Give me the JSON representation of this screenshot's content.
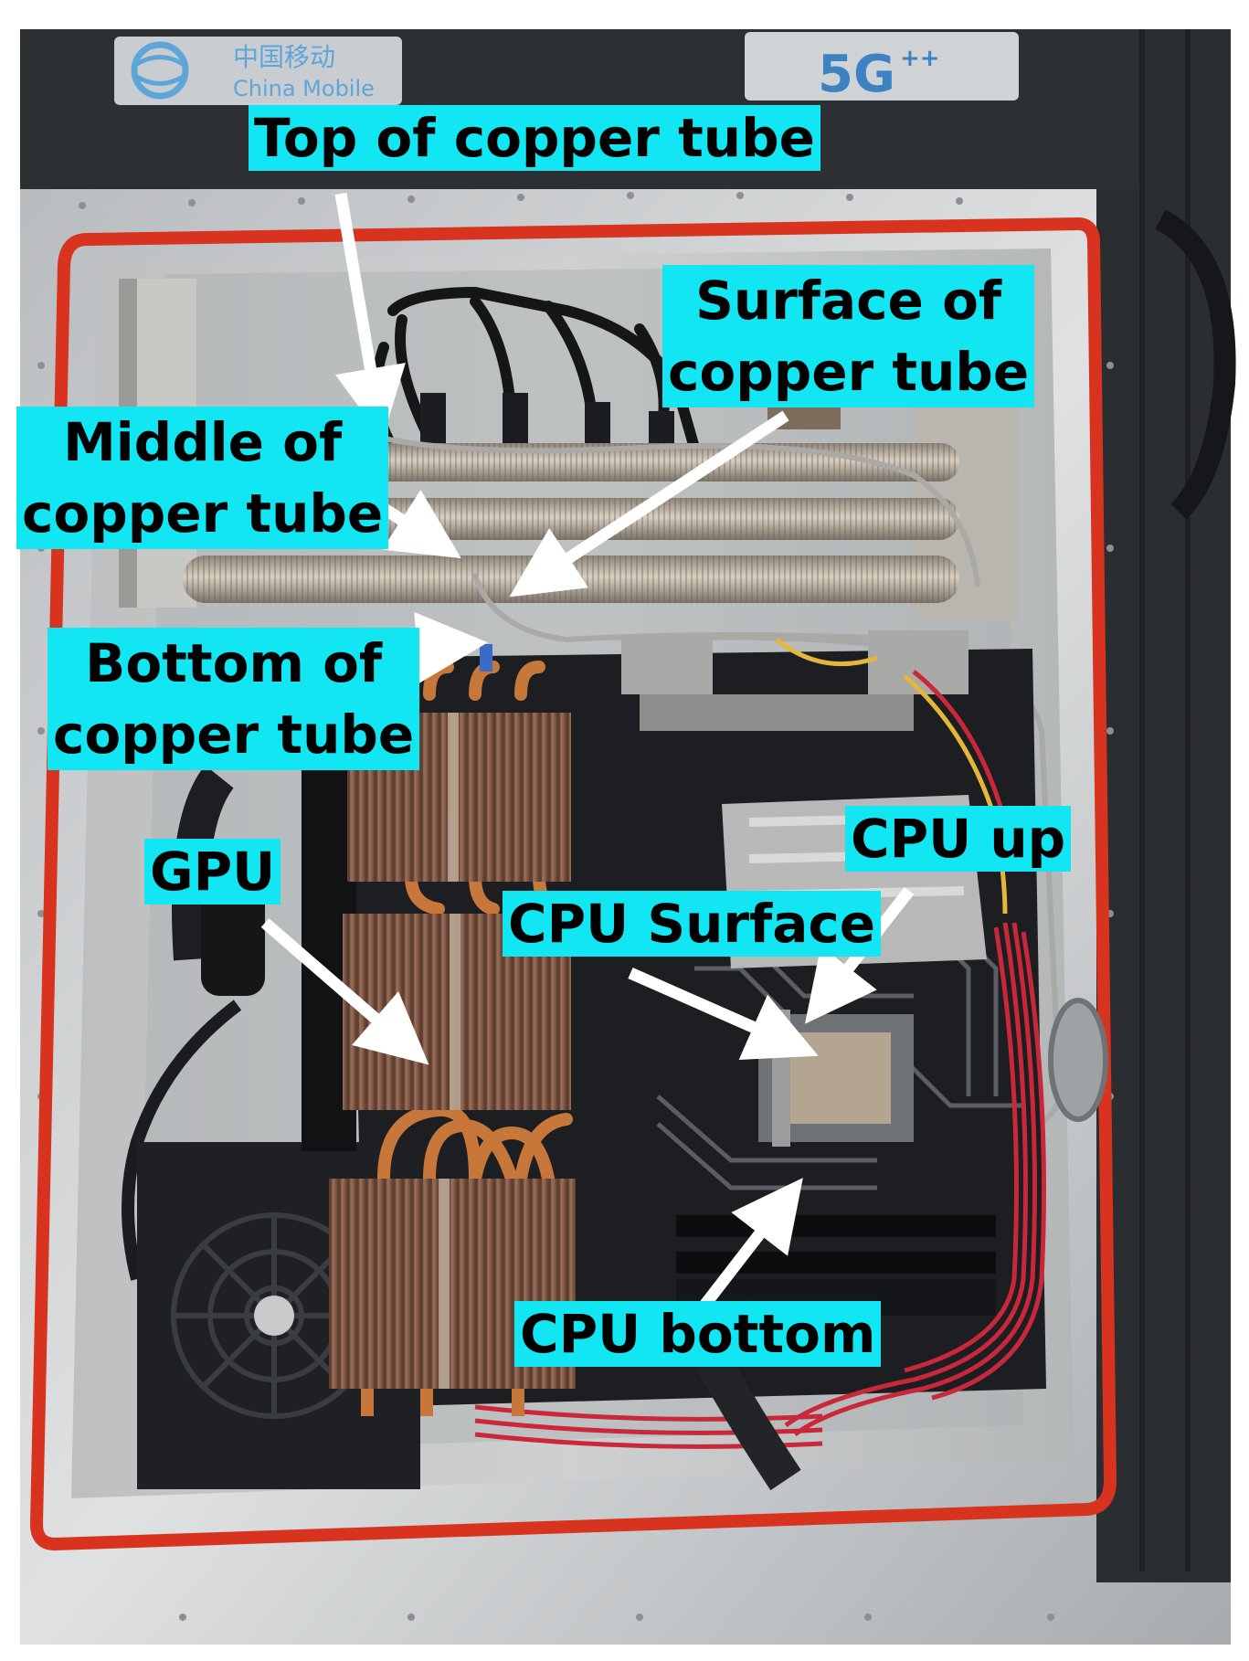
{
  "photo": {
    "logo_chinese": "中国移动",
    "logo_english": "China Mobile",
    "badge_5g": "5G",
    "badge_5g_sup": "++"
  },
  "annotations": {
    "top_of_copper_tube": "Top of copper tube",
    "surface_of_copper_tube_line1": "Surface of",
    "surface_of_copper_tube_line2": "copper tube",
    "middle_of_copper_tube_line1": "Middle of",
    "middle_of_copper_tube_line2": "copper tube",
    "bottom_of_copper_tube_line1": "Bottom of",
    "bottom_of_copper_tube_line2": "copper tube",
    "gpu": "GPU",
    "cpu_up": "CPU up",
    "cpu_surface": "CPU Surface",
    "cpu_bottom": "CPU bottom"
  },
  "colors": {
    "label_background": "#11e6f2",
    "arrow": "#ffffff",
    "gasket": "#d8331f",
    "copper": "#c8773a"
  }
}
